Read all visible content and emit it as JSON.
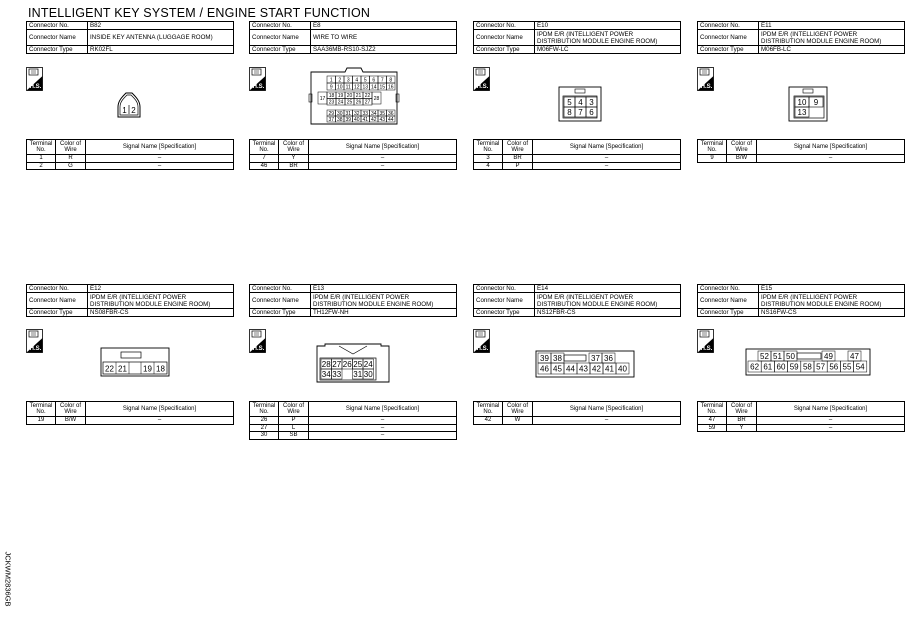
{
  "title": "INTELLIGENT KEY SYSTEM / ENGINE START FUNCTION",
  "side_code": "JCKWM2836GB",
  "labels": {
    "connector_no": "Connector No.",
    "connector_name": "Connector Name",
    "connector_type": "Connector Type",
    "hs": "H.S.",
    "terminal_no": "Terminal No.",
    "color_of_wire": "Color of Wire",
    "signal_name": "Signal Name [Specification]"
  },
  "connectors": [
    {
      "no": "B82",
      "name": "INSIDE KEY ANTENNA (LUGGAGE ROOM)",
      "type": "RK02FL",
      "pins": [
        "1",
        "2"
      ],
      "rows": [
        {
          "t": "1",
          "c": "R",
          "s": "–"
        },
        {
          "t": "2",
          "c": "G",
          "s": "–"
        }
      ]
    },
    {
      "no": "E8",
      "name": "WIRE TO WIRE",
      "type": "SAA36MB-RS10-SJZ2",
      "pins": [
        "1",
        "2",
        "3",
        "4",
        "5",
        "6",
        "7",
        "8",
        "9",
        "10",
        "11",
        "12",
        "13",
        "14",
        "15",
        "16",
        "17",
        "18",
        "19",
        "20",
        "21",
        "22",
        "23",
        "24",
        "25",
        "26",
        "27",
        "28",
        "29",
        "30",
        "31",
        "32",
        "33",
        "34",
        "35",
        "36",
        "37",
        "38",
        "39",
        "40",
        "41",
        "42",
        "43",
        "44",
        "45",
        "46"
      ],
      "rows": [
        {
          "t": "7",
          "c": "Y",
          "s": "–"
        },
        {
          "t": "46",
          "c": "BR",
          "s": "–"
        }
      ]
    },
    {
      "no": "E10",
      "name": "IPDM E/R (INTELLIGENT POWER DISTRIBUTION MODULE ENGINE ROOM)",
      "type": "M06FW-LC",
      "pins": [
        "5",
        "4",
        "3",
        "8",
        "7",
        "6"
      ],
      "rows": [
        {
          "t": "3",
          "c": "BR",
          "s": "–"
        },
        {
          "t": "4",
          "c": "P",
          "s": "–"
        }
      ]
    },
    {
      "no": "E11",
      "name": "IPDM E/R (INTELLIGENT POWER DISTRIBUTION MODULE ENGINE ROOM)",
      "type": "M06FB-LC",
      "pins": [
        "10",
        "9",
        "13"
      ],
      "rows": [
        {
          "t": "9",
          "c": "B/W",
          "s": "–"
        }
      ]
    },
    {
      "no": "E12",
      "name": "IPDM E/R (INTELLIGENT POWER DISTRIBUTION MODULE ENGINE ROOM)",
      "type": "NS08FBR-CS",
      "pins": [
        "22",
        "21",
        "19",
        "18"
      ],
      "rows": [
        {
          "t": "19",
          "c": "B/W",
          "s": "–"
        }
      ]
    },
    {
      "no": "E13",
      "name": "IPDM E/R (INTELLIGENT POWER DISTRIBUTION MODULE ENGINE ROOM)",
      "type": "TH12FW-NH",
      "pins": [
        "28",
        "27",
        "26",
        "25",
        "24",
        "34",
        "33",
        "31",
        "30"
      ],
      "rows": [
        {
          "t": "26",
          "c": "P",
          "s": "–"
        },
        {
          "t": "27",
          "c": "L",
          "s": "–"
        },
        {
          "t": "30",
          "c": "SB",
          "s": "–"
        }
      ]
    },
    {
      "no": "E14",
      "name": "IPDM E/R (INTELLIGENT POWER DISTRIBUTION MODULE ENGINE ROOM)",
      "type": "NS12FBR-CS",
      "pins": [
        "39",
        "38",
        "37",
        "36",
        "46",
        "45",
        "44",
        "43",
        "42",
        "41",
        "40"
      ],
      "rows": [
        {
          "t": "42",
          "c": "W",
          "s": "–"
        }
      ]
    },
    {
      "no": "E15",
      "name": "IPDM E/R (INTELLIGENT POWER DISTRIBUTION MODULE ENGINE ROOM)",
      "type": "NS16FW-CS",
      "pins": [
        "52",
        "51",
        "50",
        "49",
        "47",
        "62",
        "61",
        "60",
        "59",
        "58",
        "57",
        "56",
        "55",
        "54"
      ],
      "rows": [
        {
          "t": "47",
          "c": "BR",
          "s": "–"
        },
        {
          "t": "59",
          "c": "Y",
          "s": "–"
        }
      ]
    }
  ]
}
